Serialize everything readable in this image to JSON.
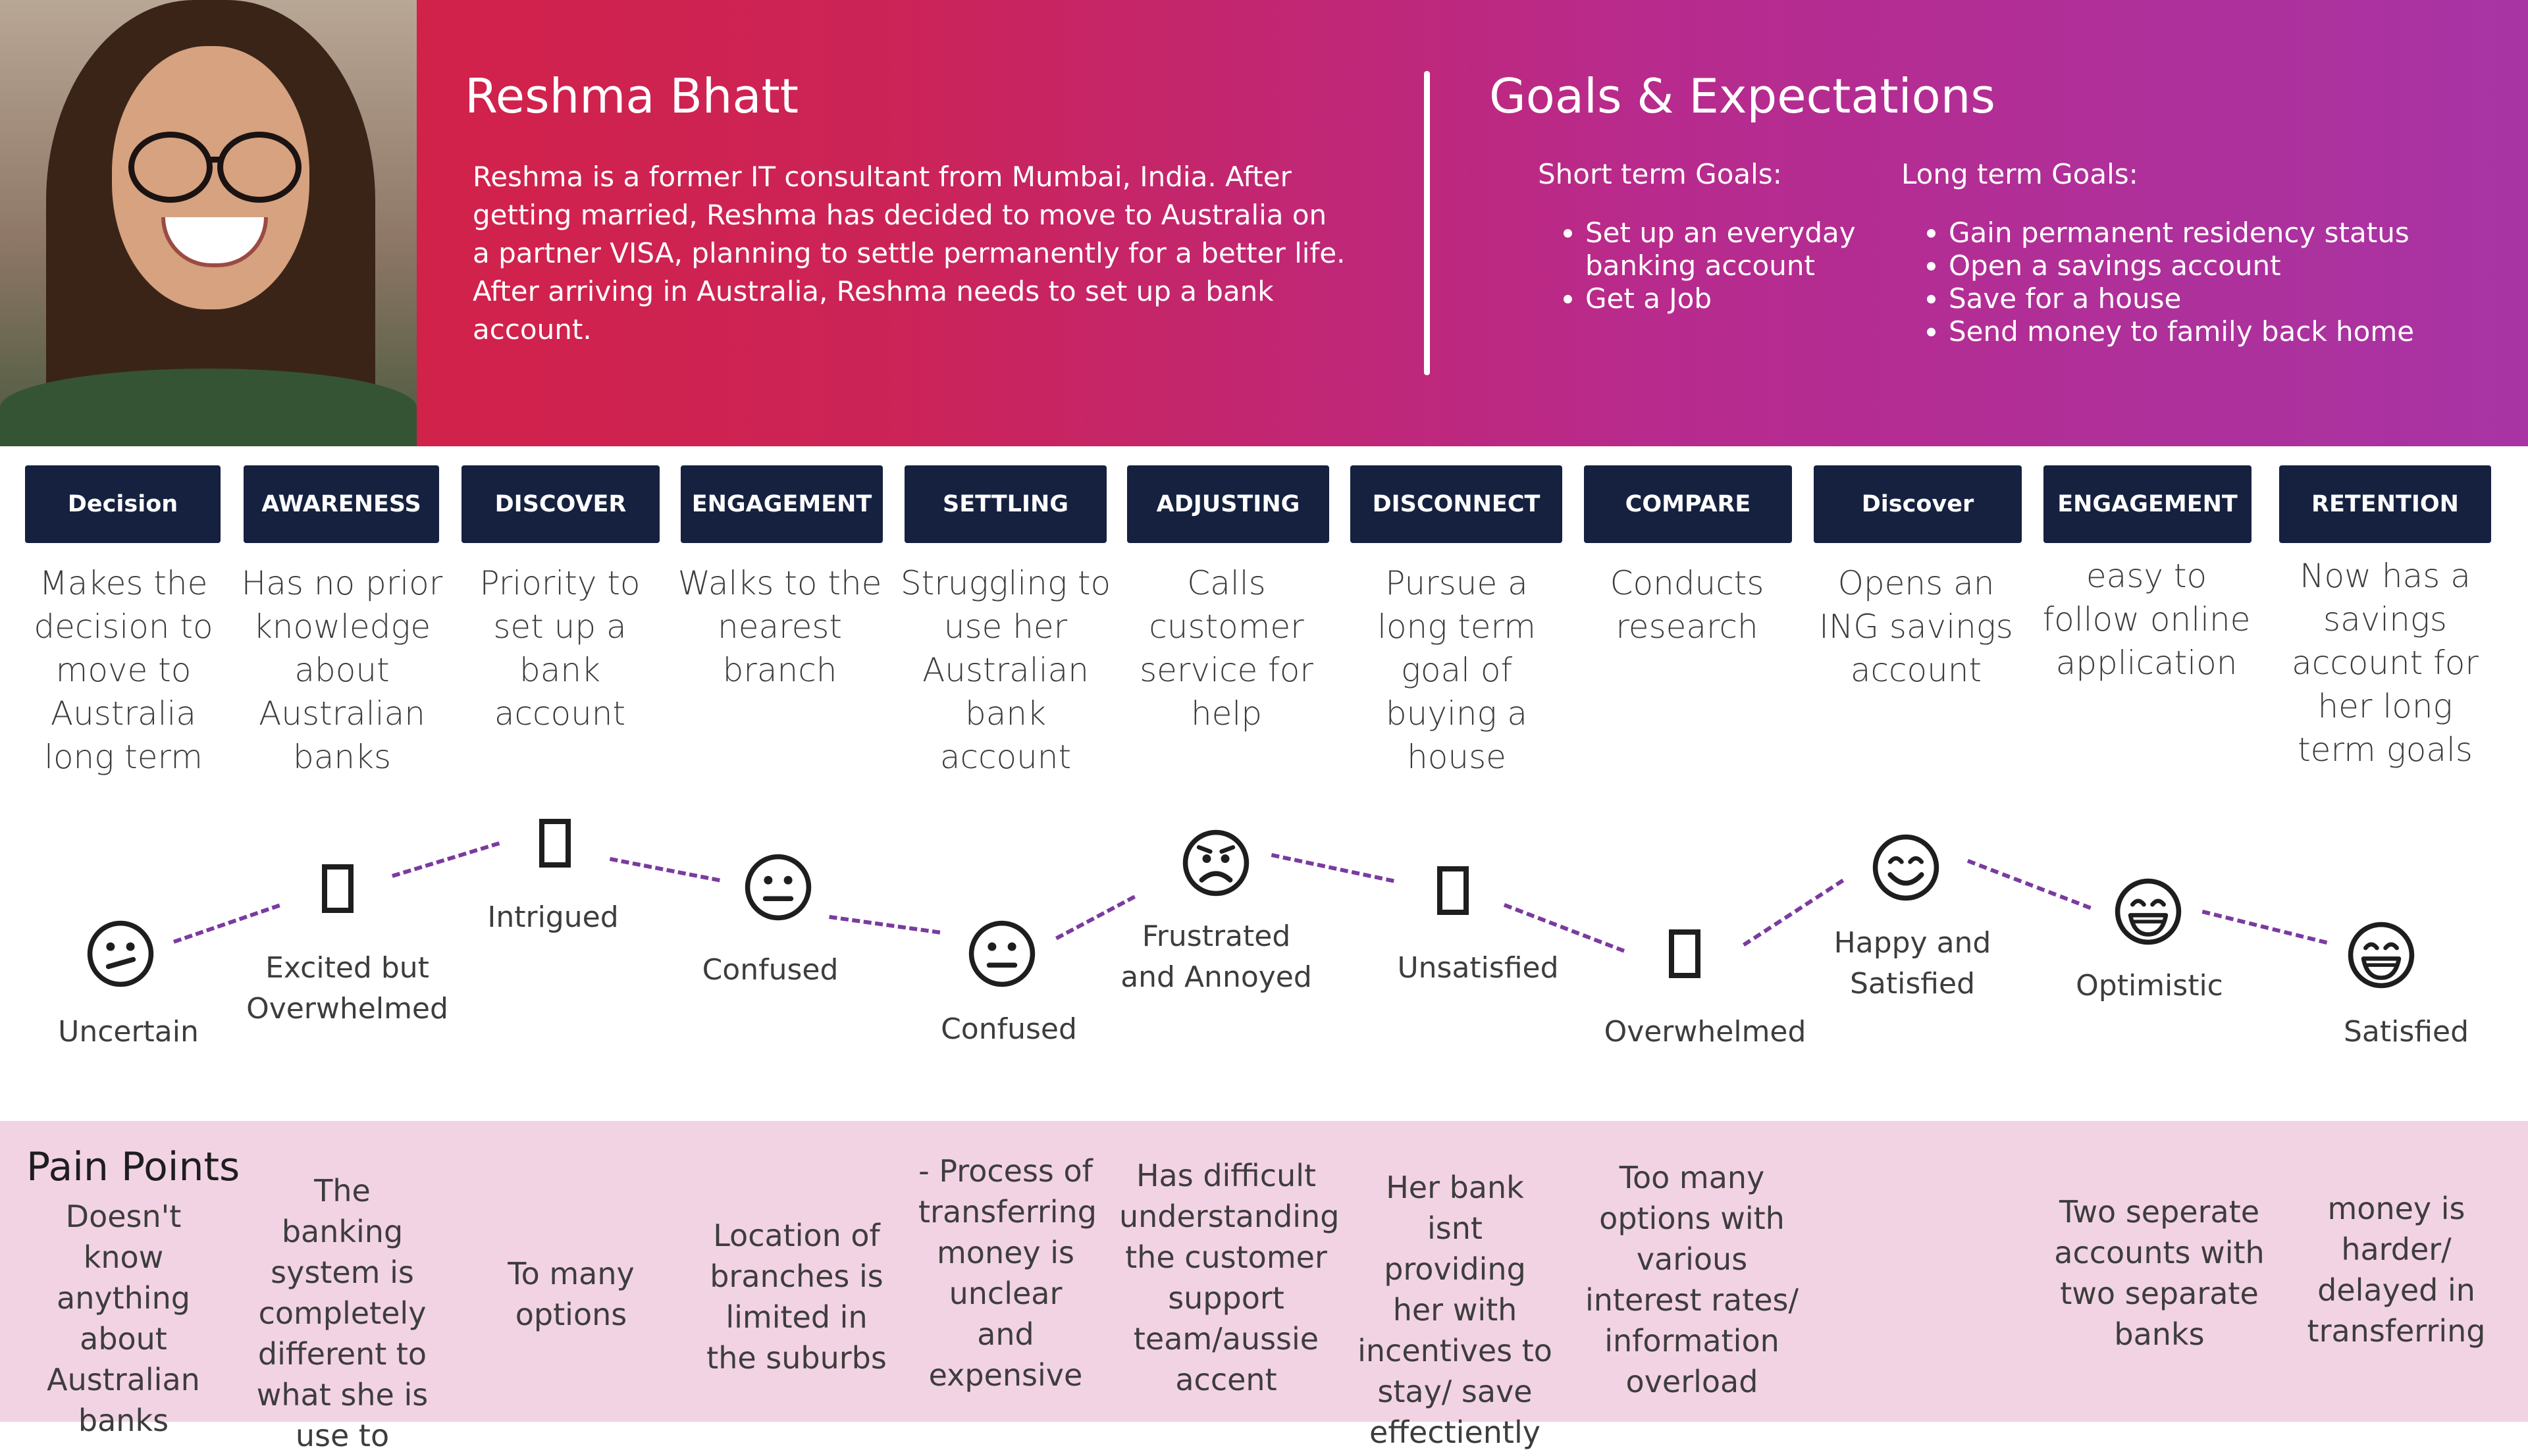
{
  "persona": {
    "name": "Reshma Bhatt",
    "bio": "Reshma is a former IT consultant from Mumbai, India. After getting married, Reshma has decided to move to Australia on a partner VISA, planning to settle permanently for a better life. After arriving in Australia, Reshma needs to set up a bank account."
  },
  "goals": {
    "title": "Goals & Expectations",
    "short_term": {
      "heading": "Short term Goals:",
      "items": [
        "Set up an everyday banking account",
        "Get a Job"
      ]
    },
    "long_term": {
      "heading": "Long term Goals:",
      "items": [
        "Gain permanent residency status",
        "Open a savings account",
        "Save for a house",
        "Send money to family back home"
      ]
    }
  },
  "stages": [
    {
      "label": "Decision",
      "desc": "Makes the decision to move to Australia long term"
    },
    {
      "label": "AWARENESS",
      "desc": "Has no prior knowledge about Australian banks"
    },
    {
      "label": "DISCOVER",
      "desc": "Priority to set up a bank account"
    },
    {
      "label": "ENGAGEMENT",
      "desc": "Walks to the nearest branch"
    },
    {
      "label": "SETTLING",
      "desc": "Struggling to use her Australian bank account"
    },
    {
      "label": "ADJUSTING",
      "desc": "Calls customer service for help"
    },
    {
      "label": "DISCONNECT",
      "desc": "Pursue a long term goal of buying a house"
    },
    {
      "label": "COMPARE",
      "desc": "Conducts research"
    },
    {
      "label": "Discover",
      "desc": "Opens an ING savings account"
    },
    {
      "label": "ENGAGEMENT",
      "desc": "easy to follow online application"
    },
    {
      "label": "RETENTION",
      "desc": "Now has a savings account for her long term goals"
    }
  ],
  "emotions": [
    {
      "label": "Uncertain",
      "icon": "confused-face-icon"
    },
    {
      "label": "Excited but Overwhelmed",
      "icon": "missing-glyph-icon"
    },
    {
      "label": "Intrigued",
      "icon": "missing-glyph-icon"
    },
    {
      "label": "Confused",
      "icon": "neutral-face-icon"
    },
    {
      "label": "Confused",
      "icon": "neutral-face-icon"
    },
    {
      "label": "Frustrated and Annoyed",
      "icon": "frowning-face-icon"
    },
    {
      "label": "Unsatisfied",
      "icon": "missing-glyph-icon"
    },
    {
      "label": "Overwhelmed",
      "icon": "missing-glyph-icon"
    },
    {
      "label": "Happy and Satisfied",
      "icon": "smiling-face-icon"
    },
    {
      "label": "Optimistic",
      "icon": "grinning-face-icon"
    },
    {
      "label": "Satisfied",
      "icon": "grinning-face-icon"
    }
  ],
  "pain_points": {
    "title": "Pain Points",
    "items": [
      "Doesn't know anything about Australian banks",
      "The banking system is completely different to what she is use to",
      "To many options",
      "Location of branches is limited in the suburbs",
      "- Process of transferring money is unclear and expensive",
      "Has difficult understanding the customer support team/aussie accent",
      "Her bank isnt providing her with incentives to stay/ save effectiently",
      "Too many options with various interest rates/ information overload",
      "",
      "Two seperate accounts with two separate banks",
      "money is harder/ delayed in transferring"
    ]
  },
  "colors": {
    "stage_bg": "#15213f",
    "pain_bg": "#f2d3e4",
    "dash": "#7a3b9e"
  }
}
